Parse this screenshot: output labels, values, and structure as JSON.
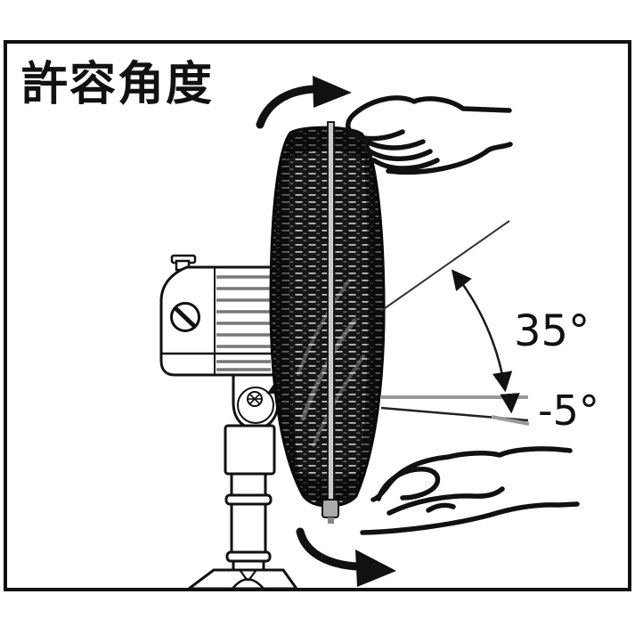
{
  "figure": {
    "title": "許容角度",
    "angles": {
      "upper": "35°",
      "lower": "-5°"
    },
    "colors": {
      "ink": "#111111",
      "reference_gray": "#999999",
      "grille_dark": "#161616",
      "metal_gray": "#c9c9c9",
      "background": "#ffffff"
    },
    "icons": {
      "top_arrow": "rotate-up-arrow-icon",
      "top_hand": "hand-top-icon",
      "bottom_hand": "hand-bottom-icon",
      "bottom_arrow": "rotate-down-arrow-icon",
      "pivot": "pivot-screw-icon"
    }
  }
}
